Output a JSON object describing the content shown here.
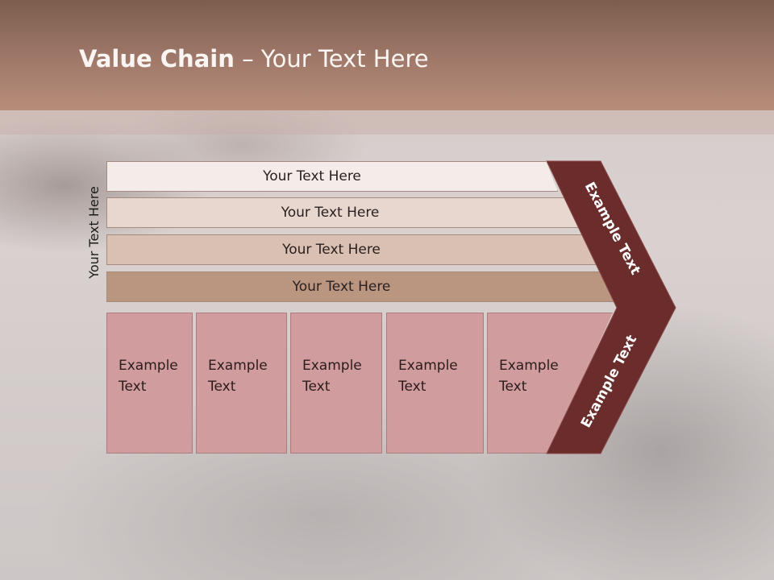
{
  "title": {
    "bold": "Value Chain",
    "rest": " – Your Text Here"
  },
  "side_label": "Your Text Here",
  "bars": [
    "Your Text Here",
    "Your Text Here",
    "Your Text Here",
    "Your Text Here"
  ],
  "boxes": [
    "Example\nText",
    "Example\nText",
    "Example\nText",
    "Example\nText",
    "Example\nText"
  ],
  "chevron": {
    "upper_text": "Example Text",
    "lower_text": "Example Text"
  },
  "colors": {
    "header": "#a0796a",
    "chevron": "#6b2c2c",
    "box_fill": "#d19c9e",
    "bar_fills": [
      "#f3ece8",
      "#e7d7cf",
      "#d9c0b2",
      "#ba9681"
    ]
  }
}
